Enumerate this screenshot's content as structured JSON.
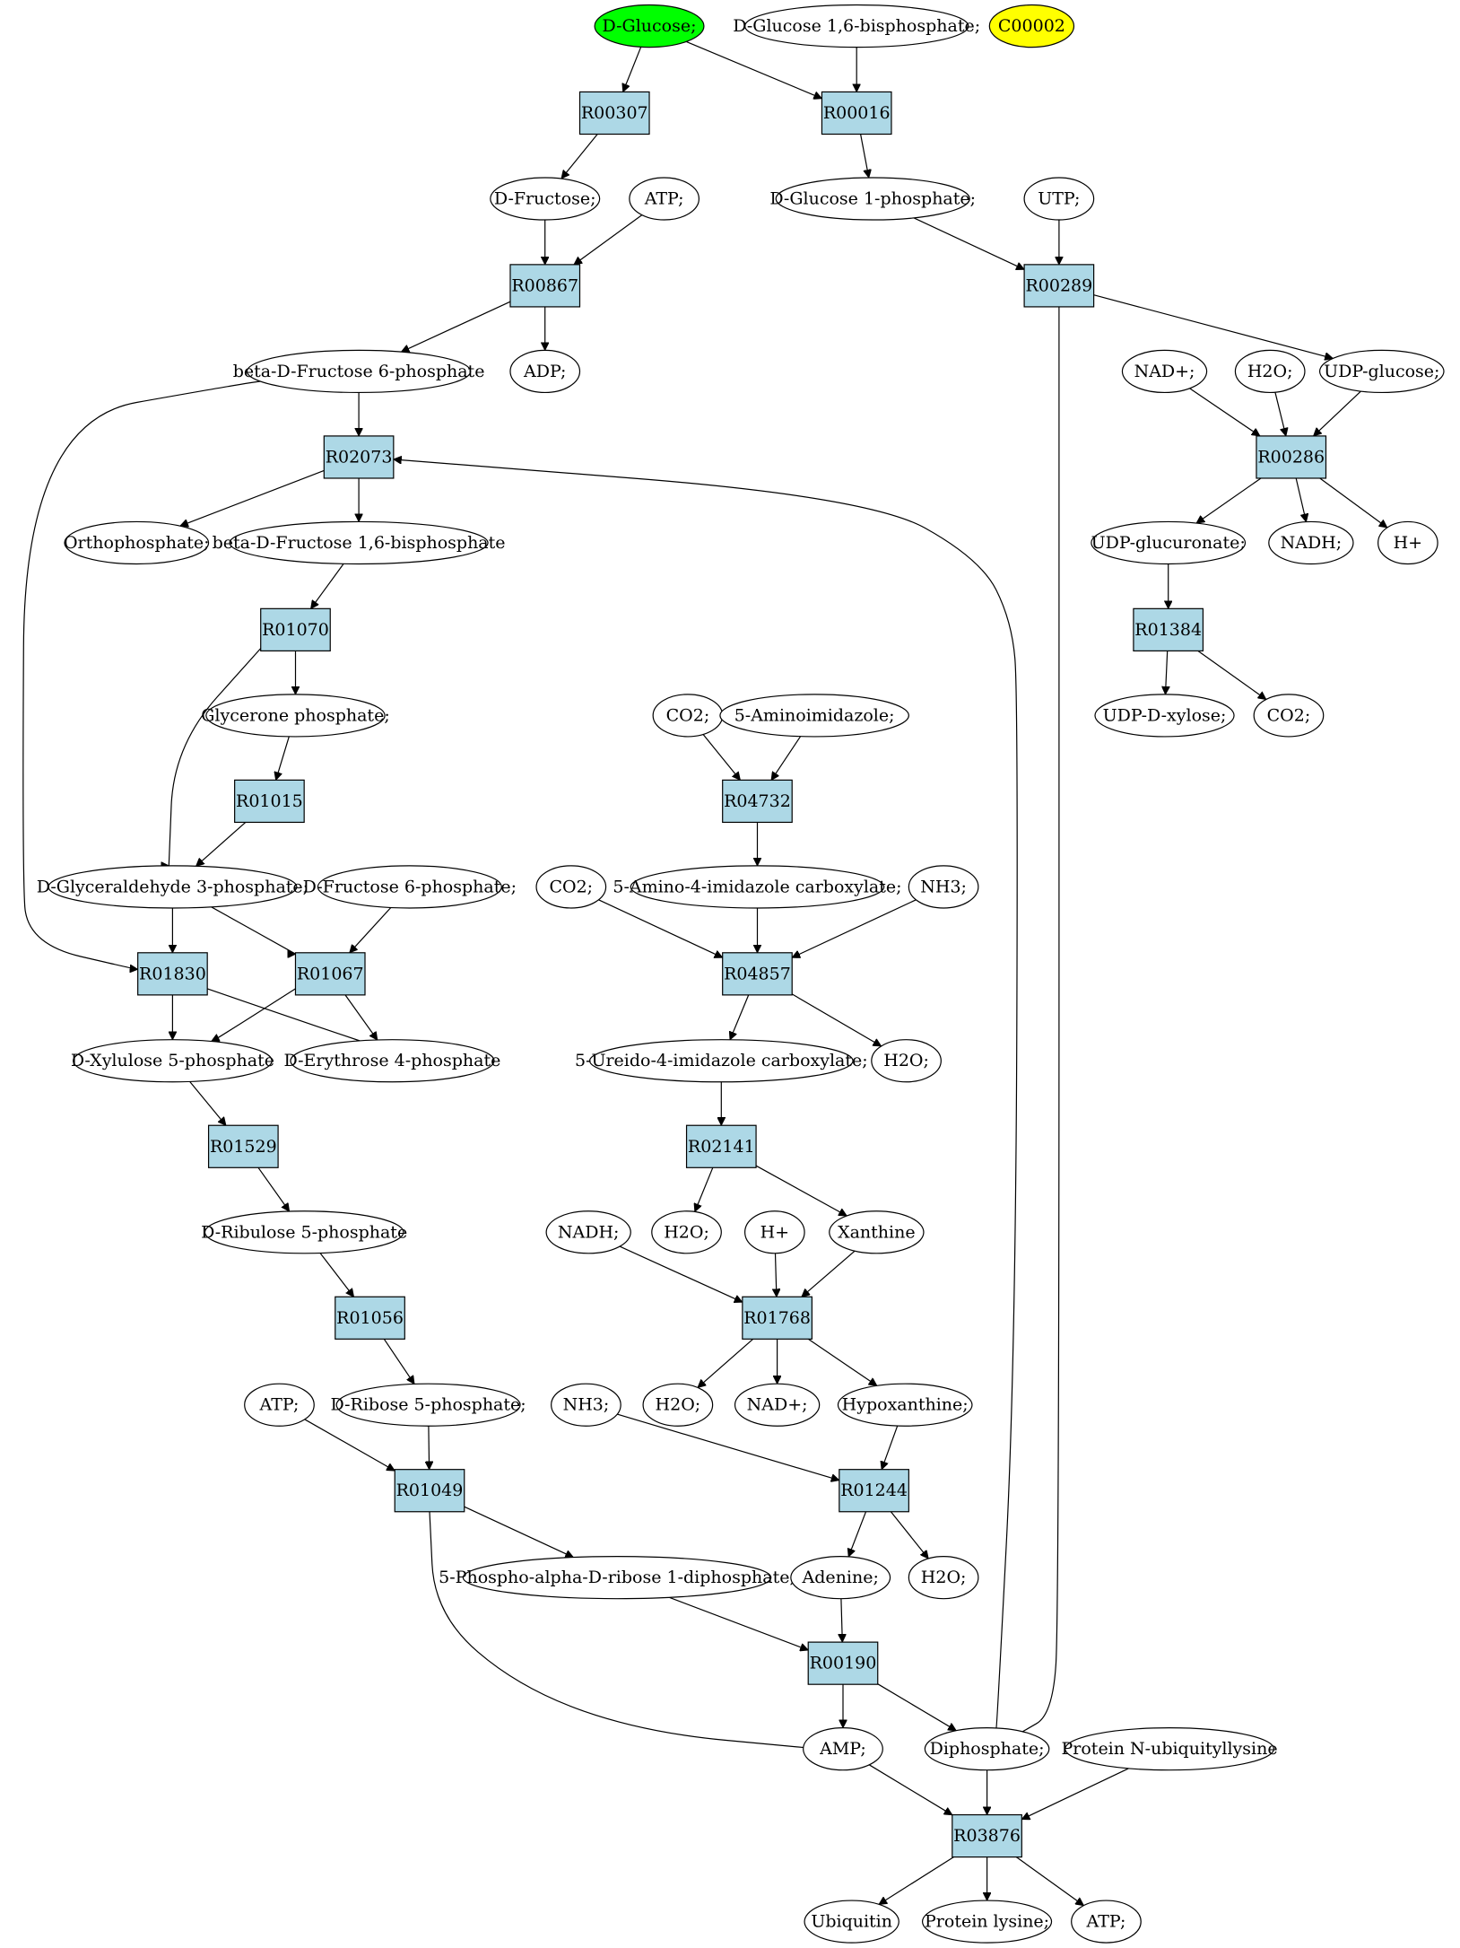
{
  "colors": {
    "reaction_fill": "#add8e6",
    "compound_fill": "#ffffff",
    "highlight_green": "#00ff00",
    "highlight_yellow": "#ffff00",
    "line": "#000000"
  },
  "nodes": [
    {
      "id": "glucose",
      "label": "D-Glucose;",
      "kind": "compound",
      "fill": "#00ff00"
    },
    {
      "id": "glc16bp",
      "label": "D-Glucose 1,6-bisphosphate;",
      "kind": "compound"
    },
    {
      "id": "c00002",
      "label": "C00002",
      "kind": "compound",
      "fill": "#ffff00"
    },
    {
      "id": "R00307",
      "label": "R00307",
      "kind": "reaction"
    },
    {
      "id": "R00016",
      "label": "R00016",
      "kind": "reaction"
    },
    {
      "id": "fructose",
      "label": "D-Fructose;",
      "kind": "compound"
    },
    {
      "id": "atp1",
      "label": "ATP;",
      "kind": "compound"
    },
    {
      "id": "glc1p",
      "label": "D-Glucose 1-phosphate;",
      "kind": "compound"
    },
    {
      "id": "utp",
      "label": "UTP;",
      "kind": "compound"
    },
    {
      "id": "R00867",
      "label": "R00867",
      "kind": "reaction"
    },
    {
      "id": "R00289",
      "label": "R00289",
      "kind": "reaction"
    },
    {
      "id": "bf6p",
      "label": "beta-D-Fructose 6-phosphate",
      "kind": "compound"
    },
    {
      "id": "adp",
      "label": "ADP;",
      "kind": "compound"
    },
    {
      "id": "nadp",
      "label": "NAD+;",
      "kind": "compound"
    },
    {
      "id": "h2o_a",
      "label": "H2O;",
      "kind": "compound"
    },
    {
      "id": "udpglc",
      "label": "UDP-glucose;",
      "kind": "compound"
    },
    {
      "id": "R02073",
      "label": "R02073",
      "kind": "reaction"
    },
    {
      "id": "R00286",
      "label": "R00286",
      "kind": "reaction"
    },
    {
      "id": "orthop",
      "label": "Orthophosphate;",
      "kind": "compound"
    },
    {
      "id": "bf16bp",
      "label": "beta-D-Fructose 1,6-bisphosphate",
      "kind": "compound"
    },
    {
      "id": "udpglcu",
      "label": "UDP-glucuronate;",
      "kind": "compound"
    },
    {
      "id": "nadh_a",
      "label": "NADH;",
      "kind": "compound"
    },
    {
      "id": "hplus_a",
      "label": "H+",
      "kind": "compound"
    },
    {
      "id": "R01070",
      "label": "R01070",
      "kind": "reaction"
    },
    {
      "id": "R01384",
      "label": "R01384",
      "kind": "reaction"
    },
    {
      "id": "glyp",
      "label": "Glycerone phosphate;",
      "kind": "compound"
    },
    {
      "id": "co2_a",
      "label": "CO2;",
      "kind": "compound"
    },
    {
      "id": "aminoimid",
      "label": "5-Aminoimidazole;",
      "kind": "compound"
    },
    {
      "id": "udpxyl",
      "label": "UDP-D-xylose;",
      "kind": "compound"
    },
    {
      "id": "co2_b",
      "label": "CO2;",
      "kind": "compound"
    },
    {
      "id": "R01015",
      "label": "R01015",
      "kind": "reaction"
    },
    {
      "id": "R04732",
      "label": "R04732",
      "kind": "reaction"
    },
    {
      "id": "g3p",
      "label": "D-Glyceraldehyde 3-phosphate;",
      "kind": "compound"
    },
    {
      "id": "f6p",
      "label": "D-Fructose 6-phosphate;",
      "kind": "compound"
    },
    {
      "id": "co2_c",
      "label": "CO2;",
      "kind": "compound"
    },
    {
      "id": "aicarb",
      "label": "5-Amino-4-imidazole carboxylate;",
      "kind": "compound"
    },
    {
      "id": "nh3_a",
      "label": "NH3;",
      "kind": "compound"
    },
    {
      "id": "R01830",
      "label": "R01830",
      "kind": "reaction"
    },
    {
      "id": "R01067",
      "label": "R01067",
      "kind": "reaction"
    },
    {
      "id": "R04857",
      "label": "R04857",
      "kind": "reaction"
    },
    {
      "id": "xu5p",
      "label": "D-Xylulose 5-phosphate",
      "kind": "compound"
    },
    {
      "id": "e4p",
      "label": "D-Erythrose 4-phosphate",
      "kind": "compound"
    },
    {
      "id": "uicarb",
      "label": "5-Ureido-4-imidazole carboxylate;",
      "kind": "compound"
    },
    {
      "id": "h2o_b",
      "label": "H2O;",
      "kind": "compound"
    },
    {
      "id": "R01529",
      "label": "R01529",
      "kind": "reaction"
    },
    {
      "id": "R02141",
      "label": "R02141",
      "kind": "reaction"
    },
    {
      "id": "ru5p",
      "label": "D-Ribulose 5-phosphate",
      "kind": "compound"
    },
    {
      "id": "nadh_b",
      "label": "NADH;",
      "kind": "compound"
    },
    {
      "id": "h2o_c",
      "label": "H2O;",
      "kind": "compound"
    },
    {
      "id": "hplus_b",
      "label": "H+",
      "kind": "compound"
    },
    {
      "id": "xanthine",
      "label": "Xanthine",
      "kind": "compound"
    },
    {
      "id": "R01056",
      "label": "R01056",
      "kind": "reaction"
    },
    {
      "id": "R01768",
      "label": "R01768",
      "kind": "reaction"
    },
    {
      "id": "atp2",
      "label": "ATP;",
      "kind": "compound"
    },
    {
      "id": "r5p",
      "label": "D-Ribose 5-phosphate;",
      "kind": "compound"
    },
    {
      "id": "nh3_b",
      "label": "NH3;",
      "kind": "compound"
    },
    {
      "id": "h2o_d",
      "label": "H2O;",
      "kind": "compound"
    },
    {
      "id": "nadp_b",
      "label": "NAD+;",
      "kind": "compound"
    },
    {
      "id": "hypox",
      "label": "Hypoxanthine;",
      "kind": "compound"
    },
    {
      "id": "R01049",
      "label": "R01049",
      "kind": "reaction"
    },
    {
      "id": "R01244",
      "label": "R01244",
      "kind": "reaction"
    },
    {
      "id": "prpp",
      "label": "5-Phospho-alpha-D-ribose 1-diphosphate;",
      "kind": "compound"
    },
    {
      "id": "adenine",
      "label": "Adenine;",
      "kind": "compound"
    },
    {
      "id": "h2o_e",
      "label": "H2O;",
      "kind": "compound"
    },
    {
      "id": "R00190",
      "label": "R00190",
      "kind": "reaction"
    },
    {
      "id": "amp",
      "label": "AMP;",
      "kind": "compound"
    },
    {
      "id": "diphos",
      "label": "Diphosphate;",
      "kind": "compound"
    },
    {
      "id": "pnubl",
      "label": "Protein N-ubiquityllysine",
      "kind": "compound"
    },
    {
      "id": "R03876",
      "label": "R03876",
      "kind": "reaction"
    },
    {
      "id": "ubiquitin",
      "label": "Ubiquitin",
      "kind": "compound"
    },
    {
      "id": "plys",
      "label": "Protein lysine;",
      "kind": "compound"
    },
    {
      "id": "atp3",
      "label": "ATP;",
      "kind": "compound"
    }
  ],
  "edges": [
    [
      "glucose",
      "R00307"
    ],
    [
      "glucose",
      "R00016"
    ],
    [
      "glc16bp",
      "R00016"
    ],
    [
      "R00307",
      "fructose"
    ],
    [
      "R00016",
      "glc1p"
    ],
    [
      "fructose",
      "R00867"
    ],
    [
      "atp1",
      "R00867"
    ],
    [
      "glc1p",
      "R00289"
    ],
    [
      "utp",
      "R00289"
    ],
    [
      "R00867",
      "bf6p"
    ],
    [
      "R00867",
      "adp"
    ],
    [
      "R00289",
      "udpglc"
    ],
    [
      "R00289",
      "diphos"
    ],
    [
      "bf6p",
      "R02073"
    ],
    [
      "bf6p",
      "R01830"
    ],
    [
      "nadp",
      "R00286"
    ],
    [
      "h2o_a",
      "R00286"
    ],
    [
      "udpglc",
      "R00286"
    ],
    [
      "R02073",
      "orthop"
    ],
    [
      "R02073",
      "bf16bp"
    ],
    [
      "R00286",
      "udpglcu"
    ],
    [
      "R00286",
      "nadh_a"
    ],
    [
      "R00286",
      "hplus_a"
    ],
    [
      "bf16bp",
      "R01070"
    ],
    [
      "udpglcu",
      "R01384"
    ],
    [
      "R01070",
      "glyp"
    ],
    [
      "R01070",
      "g3p"
    ],
    [
      "R01384",
      "udpxyl"
    ],
    [
      "R01384",
      "co2_b"
    ],
    [
      "glyp",
      "R01015"
    ],
    [
      "R01015",
      "g3p"
    ],
    [
      "co2_a",
      "R04732"
    ],
    [
      "aminoimid",
      "R04732"
    ],
    [
      "R04732",
      "aicarb"
    ],
    [
      "g3p",
      "R01830"
    ],
    [
      "g3p",
      "R01067"
    ],
    [
      "f6p",
      "R01067"
    ],
    [
      "co2_c",
      "R04857"
    ],
    [
      "aicarb",
      "R04857"
    ],
    [
      "nh3_a",
      "R04857"
    ],
    [
      "R01830",
      "xu5p"
    ],
    [
      "R01830",
      "e4p"
    ],
    [
      "R01067",
      "xu5p"
    ],
    [
      "R01067",
      "e4p"
    ],
    [
      "R04857",
      "uicarb"
    ],
    [
      "R04857",
      "h2o_b"
    ],
    [
      "xu5p",
      "R01529"
    ],
    [
      "uicarb",
      "R02141"
    ],
    [
      "R01529",
      "ru5p"
    ],
    [
      "R02141",
      "h2o_c"
    ],
    [
      "R02141",
      "xanthine"
    ],
    [
      "ru5p",
      "R01056"
    ],
    [
      "nadh_b",
      "R01768"
    ],
    [
      "hplus_b",
      "R01768"
    ],
    [
      "xanthine",
      "R01768"
    ],
    [
      "R01056",
      "r5p"
    ],
    [
      "R01768",
      "h2o_d"
    ],
    [
      "R01768",
      "nadp_b"
    ],
    [
      "R01768",
      "hypox"
    ],
    [
      "atp2",
      "R01049"
    ],
    [
      "r5p",
      "R01049"
    ],
    [
      "nh3_b",
      "R01244"
    ],
    [
      "hypox",
      "R01244"
    ],
    [
      "R01049",
      "prpp"
    ],
    [
      "R01049",
      "amp"
    ],
    [
      "R01244",
      "adenine"
    ],
    [
      "R01244",
      "h2o_e"
    ],
    [
      "prpp",
      "R00190"
    ],
    [
      "adenine",
      "R00190"
    ],
    [
      "R00190",
      "amp"
    ],
    [
      "R00190",
      "diphos"
    ],
    [
      "diphos",
      "R02073"
    ],
    [
      "amp",
      "R03876"
    ],
    [
      "diphos",
      "R03876"
    ],
    [
      "pnubl",
      "R03876"
    ],
    [
      "R03876",
      "ubiquitin"
    ],
    [
      "R03876",
      "plys"
    ],
    [
      "R03876",
      "atp3"
    ]
  ]
}
